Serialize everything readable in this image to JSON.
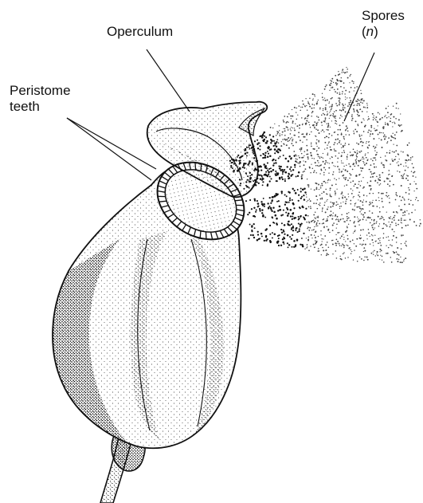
{
  "labels": {
    "operculum": "Operculum",
    "peristome_line1": "Peristome",
    "peristome_line2": "teeth",
    "spores_line1": "Spores",
    "spores_paren_open": "(",
    "spores_n": "n",
    "spores_paren_close": ")"
  },
  "colors": {
    "ink": "#111111",
    "background": "#ffffff"
  }
}
